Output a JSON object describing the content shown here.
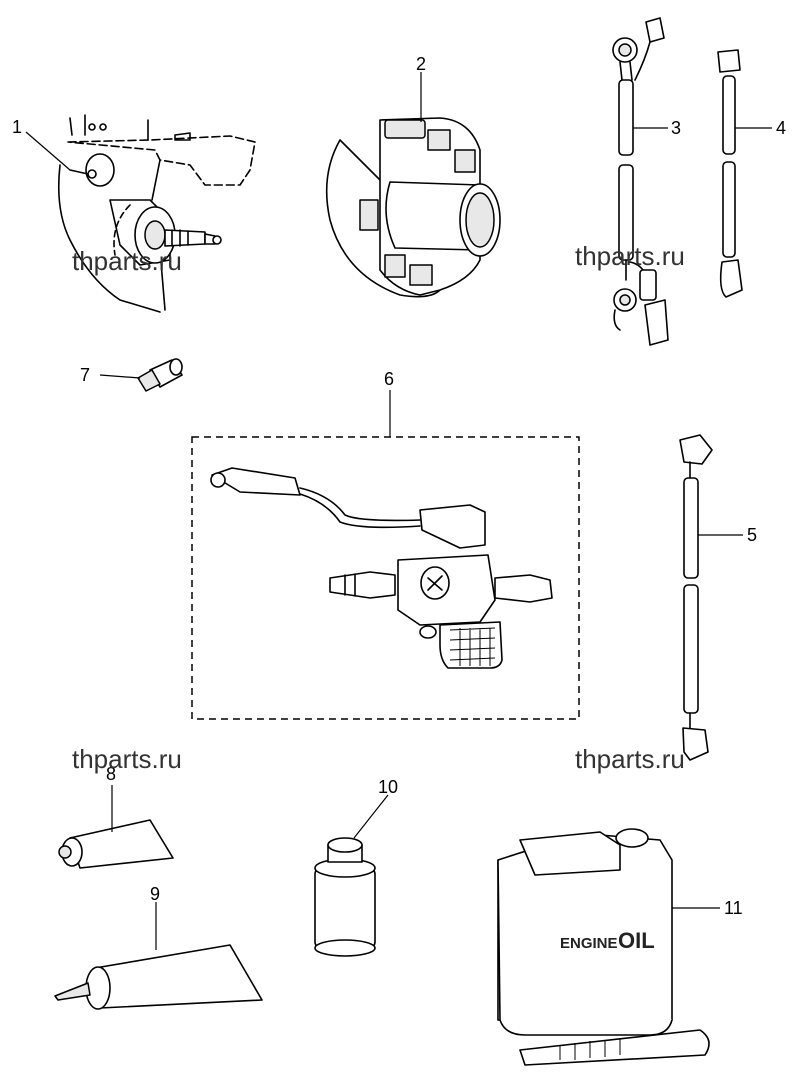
{
  "callouts": [
    {
      "id": "1",
      "label": "1"
    },
    {
      "id": "2",
      "label": "2"
    },
    {
      "id": "3",
      "label": "3"
    },
    {
      "id": "4",
      "label": "4"
    },
    {
      "id": "5",
      "label": "5"
    },
    {
      "id": "6",
      "label": "6"
    },
    {
      "id": "7",
      "label": "7"
    },
    {
      "id": "8",
      "label": "8"
    },
    {
      "id": "9",
      "label": "9"
    },
    {
      "id": "10",
      "label": "10"
    },
    {
      "id": "11",
      "label": "11"
    }
  ],
  "watermarks": [
    "thparts.ru",
    "thparts.ru",
    "thparts.ru",
    "thparts.ru"
  ],
  "oil_can": {
    "label_small": "ENGINE",
    "label_big": "OIL"
  }
}
